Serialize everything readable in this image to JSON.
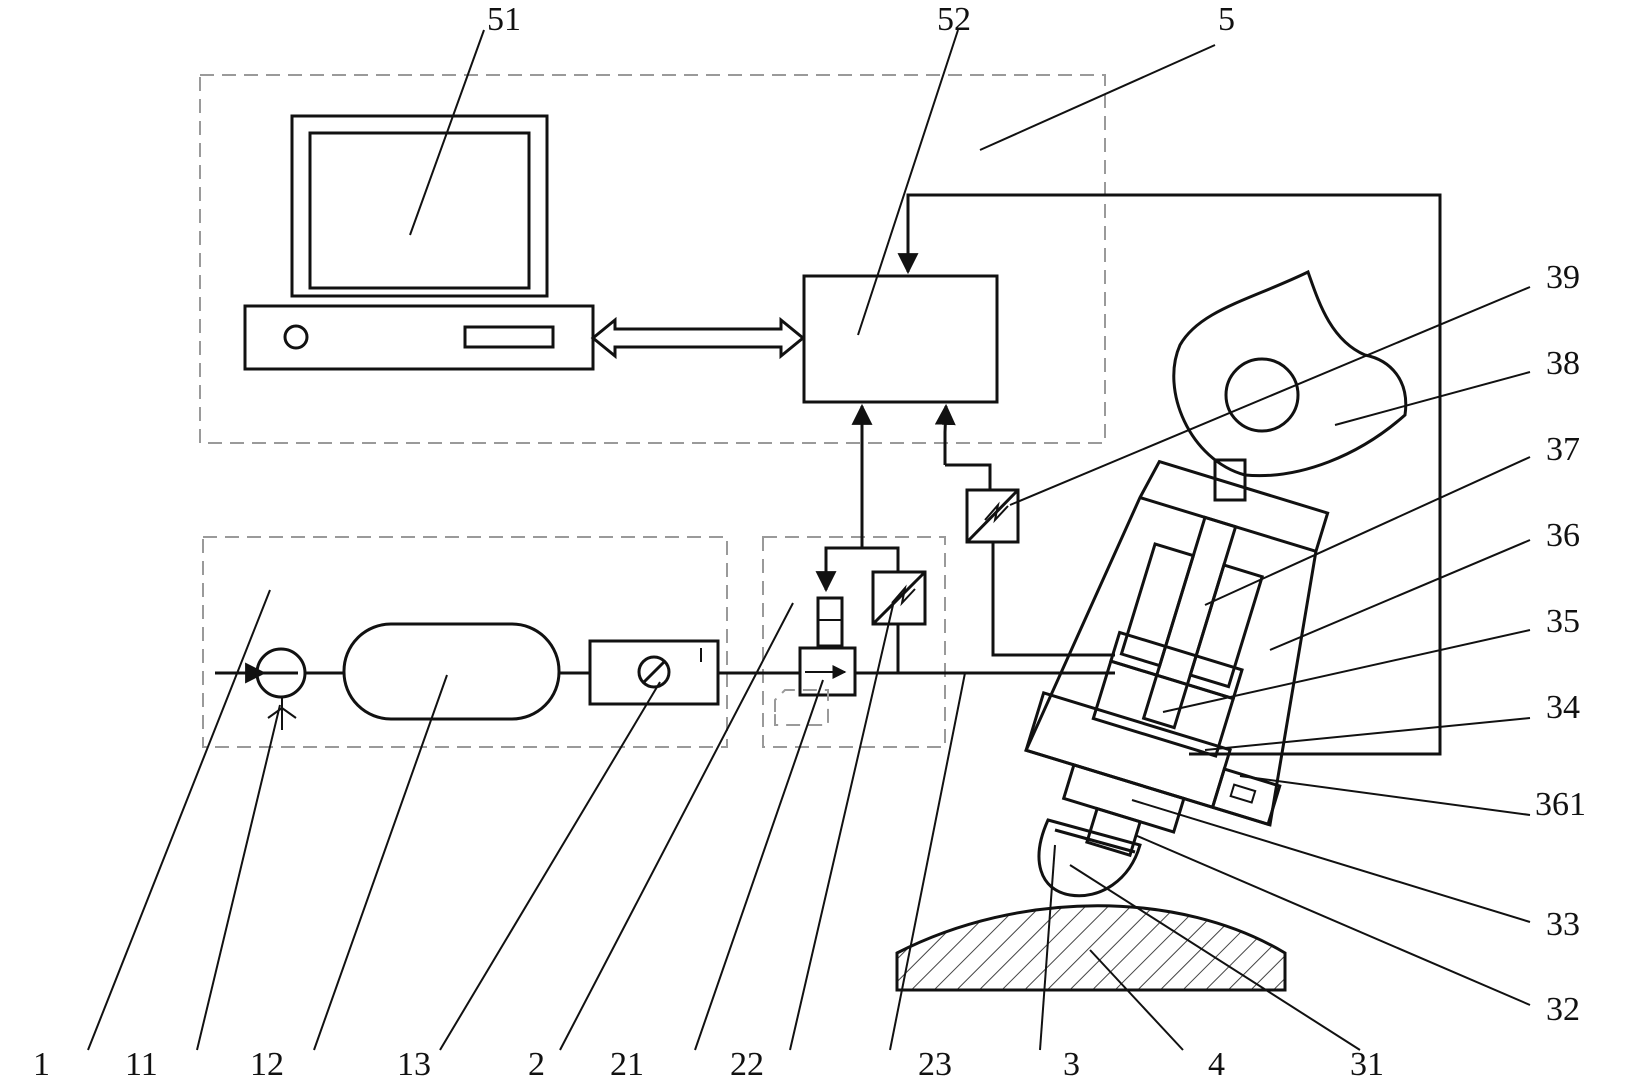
{
  "diagram": {
    "labels": {
      "l51": "51",
      "l52": "52",
      "l5": "5",
      "l39": "39",
      "l38": "38",
      "l37": "37",
      "l36": "36",
      "l35": "35",
      "l34": "34",
      "l361": "361",
      "l33": "33",
      "l32": "32",
      "l1": "1",
      "l11": "11",
      "l12": "12",
      "l13": "13",
      "l2": "2",
      "l21": "21",
      "l22": "22",
      "l23": "23",
      "l3": "3",
      "l4": "4",
      "l31": "31"
    }
  }
}
